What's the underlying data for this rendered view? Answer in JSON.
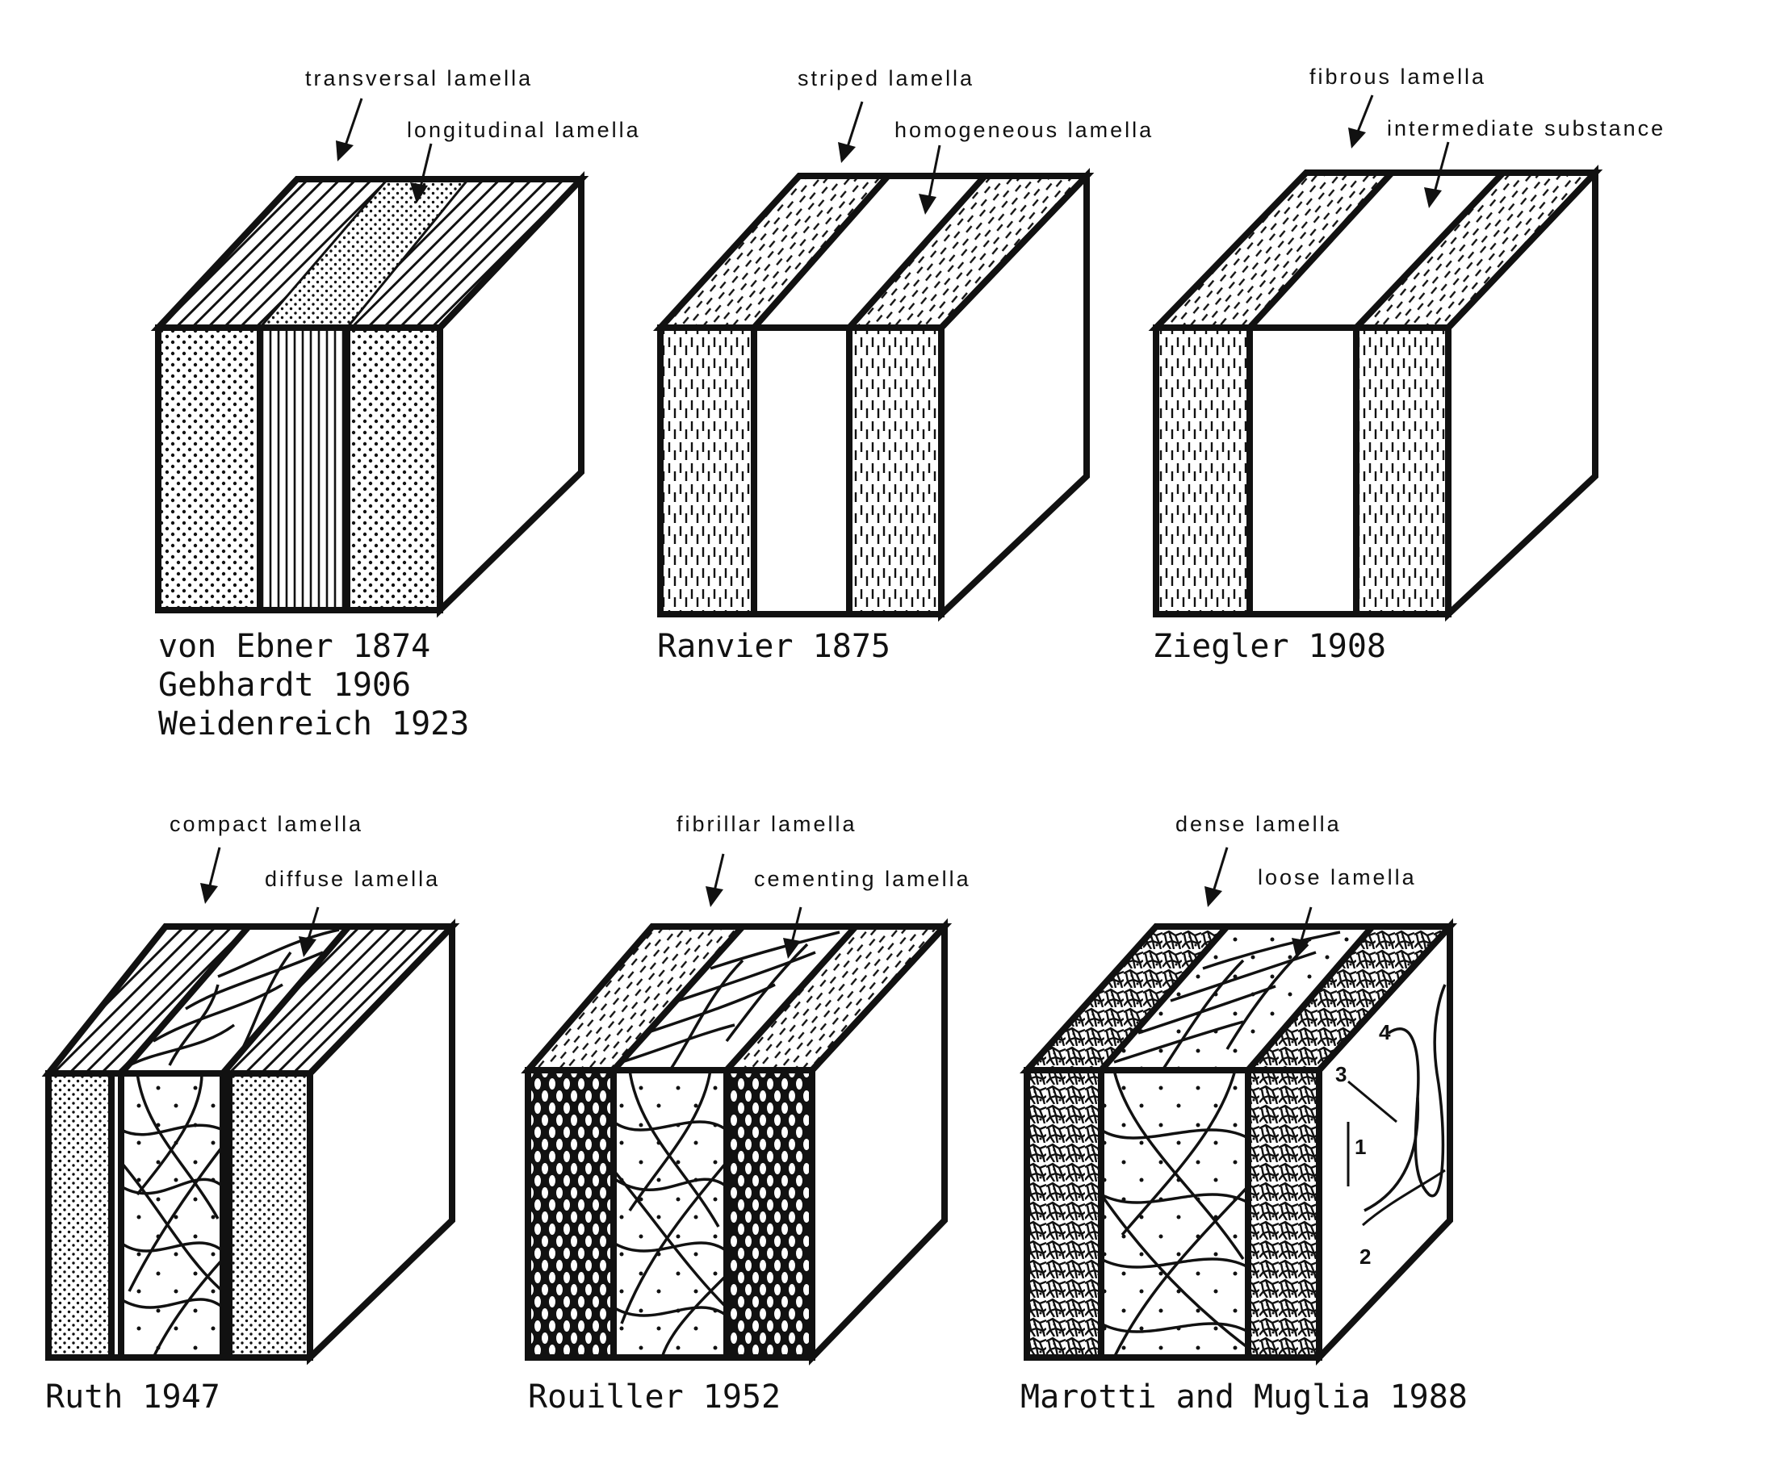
{
  "figure": {
    "blocks": [
      {
        "id": "ebner",
        "labels": [
          "transversal lamella",
          "longitudinal lamella"
        ],
        "captions": [
          "von Ebner 1874",
          "Gebhardt 1906",
          "Weidenreich 1923"
        ]
      },
      {
        "id": "ranvier",
        "labels": [
          "striped lamella",
          "homogeneous lamella"
        ],
        "captions": [
          "Ranvier 1875"
        ]
      },
      {
        "id": "ziegler",
        "labels": [
          "fibrous lamella",
          "intermediate substance"
        ],
        "captions": [
          "Ziegler 1908"
        ]
      },
      {
        "id": "ruth",
        "labels": [
          "compact lamella",
          "diffuse lamella"
        ],
        "captions": [
          "Ruth 1947"
        ]
      },
      {
        "id": "rouiller",
        "labels": [
          "fibrillar lamella",
          "cementing lamella"
        ],
        "captions": [
          "Rouiller 1952"
        ]
      },
      {
        "id": "marotti",
        "labels": [
          "dense lamella",
          "loose lamella"
        ],
        "captions": [
          "Marotti and Muglia 1988"
        ],
        "numbers": [
          "1",
          "2",
          "3",
          "4"
        ]
      }
    ]
  }
}
